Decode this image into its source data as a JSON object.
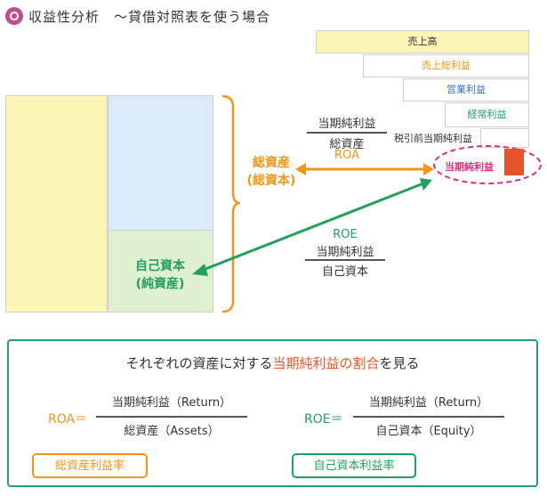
{
  "title": "収益性分析　～貸借対照表を使う場合",
  "colors": {
    "orange": "#f0961a",
    "green": "#23a05e",
    "pink": "#e0307a",
    "red": "#e9532b",
    "teal": "#2a9a80",
    "bs_left": "#fbf5b6",
    "bs_top_right": "#dcebfb",
    "bs_bottom_right": "#dff0cf"
  },
  "balance_sheet": {
    "equity_label_1": "自己資本",
    "equity_label_2": "(純資産)"
  },
  "income_statement": {
    "sales": "売上高",
    "gross_profit": "売上総利益",
    "operating_profit": "営業利益",
    "ordinary_profit": "経常利益",
    "pretax_profit": "税引前当期純利益",
    "net_profit": "当期純利益"
  },
  "total_assets_label_1": "総資産",
  "total_assets_label_2": "(総資本)",
  "roa_arrow": {
    "numerator": "当期純利益",
    "denominator": "総資産",
    "name": "ROA"
  },
  "roe_arrow": {
    "name": "ROE",
    "numerator": "当期純利益",
    "denominator": "自己資本"
  },
  "panel": {
    "heading_pre": "それぞれの資産に対する",
    "heading_highlight": "当期純利益の割合",
    "heading_post": "を見る",
    "roa": {
      "lhs": "ROA＝",
      "numerator": "当期純利益（Return）",
      "denominator": "総資産（Assets）",
      "badge": "総資産利益率"
    },
    "roe": {
      "lhs": "ROE＝",
      "numerator": "当期純利益（Return）",
      "denominator": "自己資本（Equity）",
      "badge": "自己資本利益率"
    }
  }
}
